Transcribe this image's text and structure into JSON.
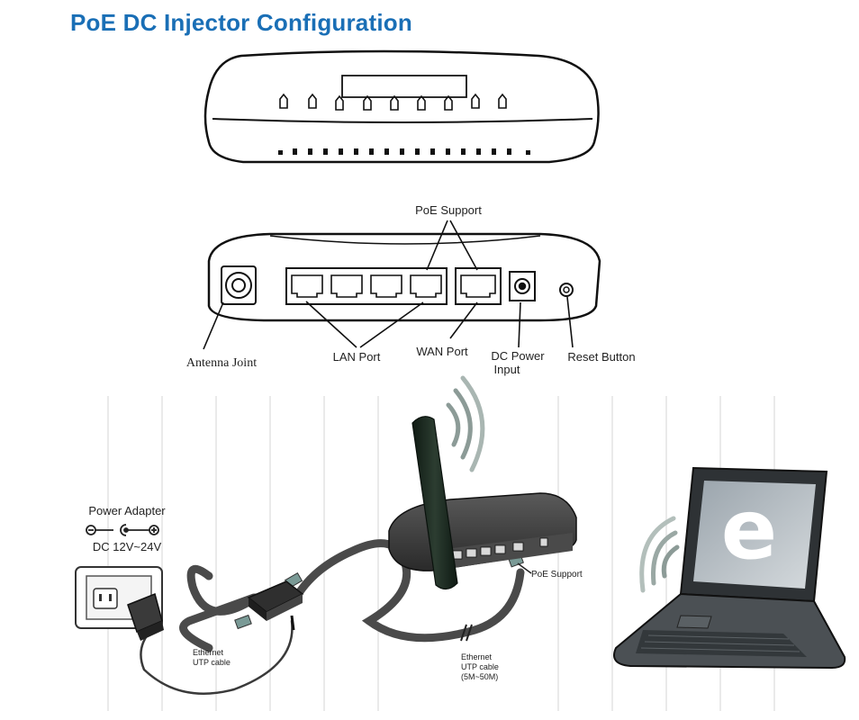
{
  "title": "PoE DC Injector Configuration",
  "top_labels": {
    "poe_support": "PoE Support",
    "antenna_joint": "Antenna Joint",
    "lan_port": "LAN Port",
    "wan_port": "WAN Port",
    "dc_power_line1": "DC Power",
    "dc_power_line2": "Input",
    "reset_button": "Reset Button"
  },
  "bottom_labels": {
    "power_adapter": "Power Adapter",
    "voltage": "DC 12V~24V",
    "poe_support": "PoE Support",
    "eth1_line1": "Ethernet",
    "eth1_line2": "UTP cable",
    "eth2_line1": "Ethernet",
    "eth2_line2": "UTP cable",
    "eth2_line3": "(5M~50M)"
  },
  "screen_letter": "e",
  "colors": {
    "title": "#1a6fb6",
    "router_dark": "#3b3b3b",
    "antenna": "#1d2b22",
    "cable": "#4a4a4a",
    "connector": "#7a9a96"
  },
  "icons": [
    "router-front-icon",
    "router-back-icon",
    "antenna-icon",
    "wifi-signal-icon",
    "wall-outlet-icon",
    "power-adapter-icon",
    "poe-injector-icon",
    "laptop-icon",
    "polarity-symbol-icon"
  ]
}
